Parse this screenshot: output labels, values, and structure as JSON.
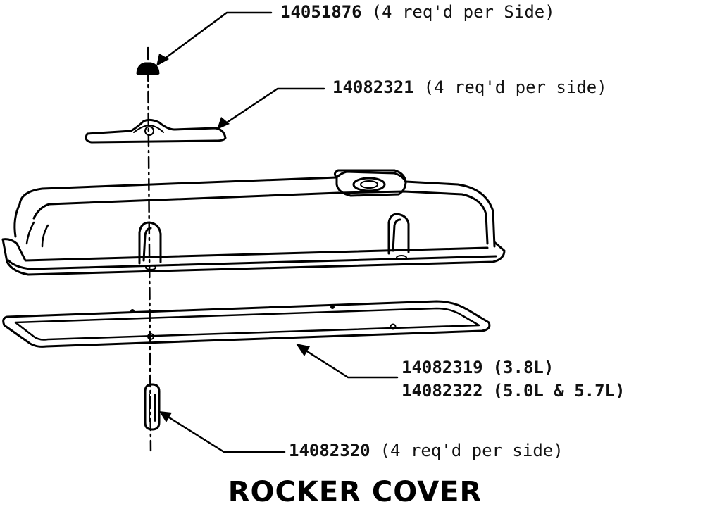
{
  "title": "ROCKER COVER",
  "callouts": {
    "bolt": {
      "part": "14051876",
      "note": "(4 req'd per Side)"
    },
    "washer": {
      "part": "14082321",
      "note": "(4 req'd per side)"
    },
    "gasket_a": {
      "part": "14082319",
      "note": "(3.8L)"
    },
    "gasket_b": {
      "part": "14082322",
      "note": "(5.0L & 5.7L)"
    },
    "grommet": {
      "part": "14082320",
      "note": "(4 req'd per side)"
    }
  },
  "line_color": "#000000"
}
